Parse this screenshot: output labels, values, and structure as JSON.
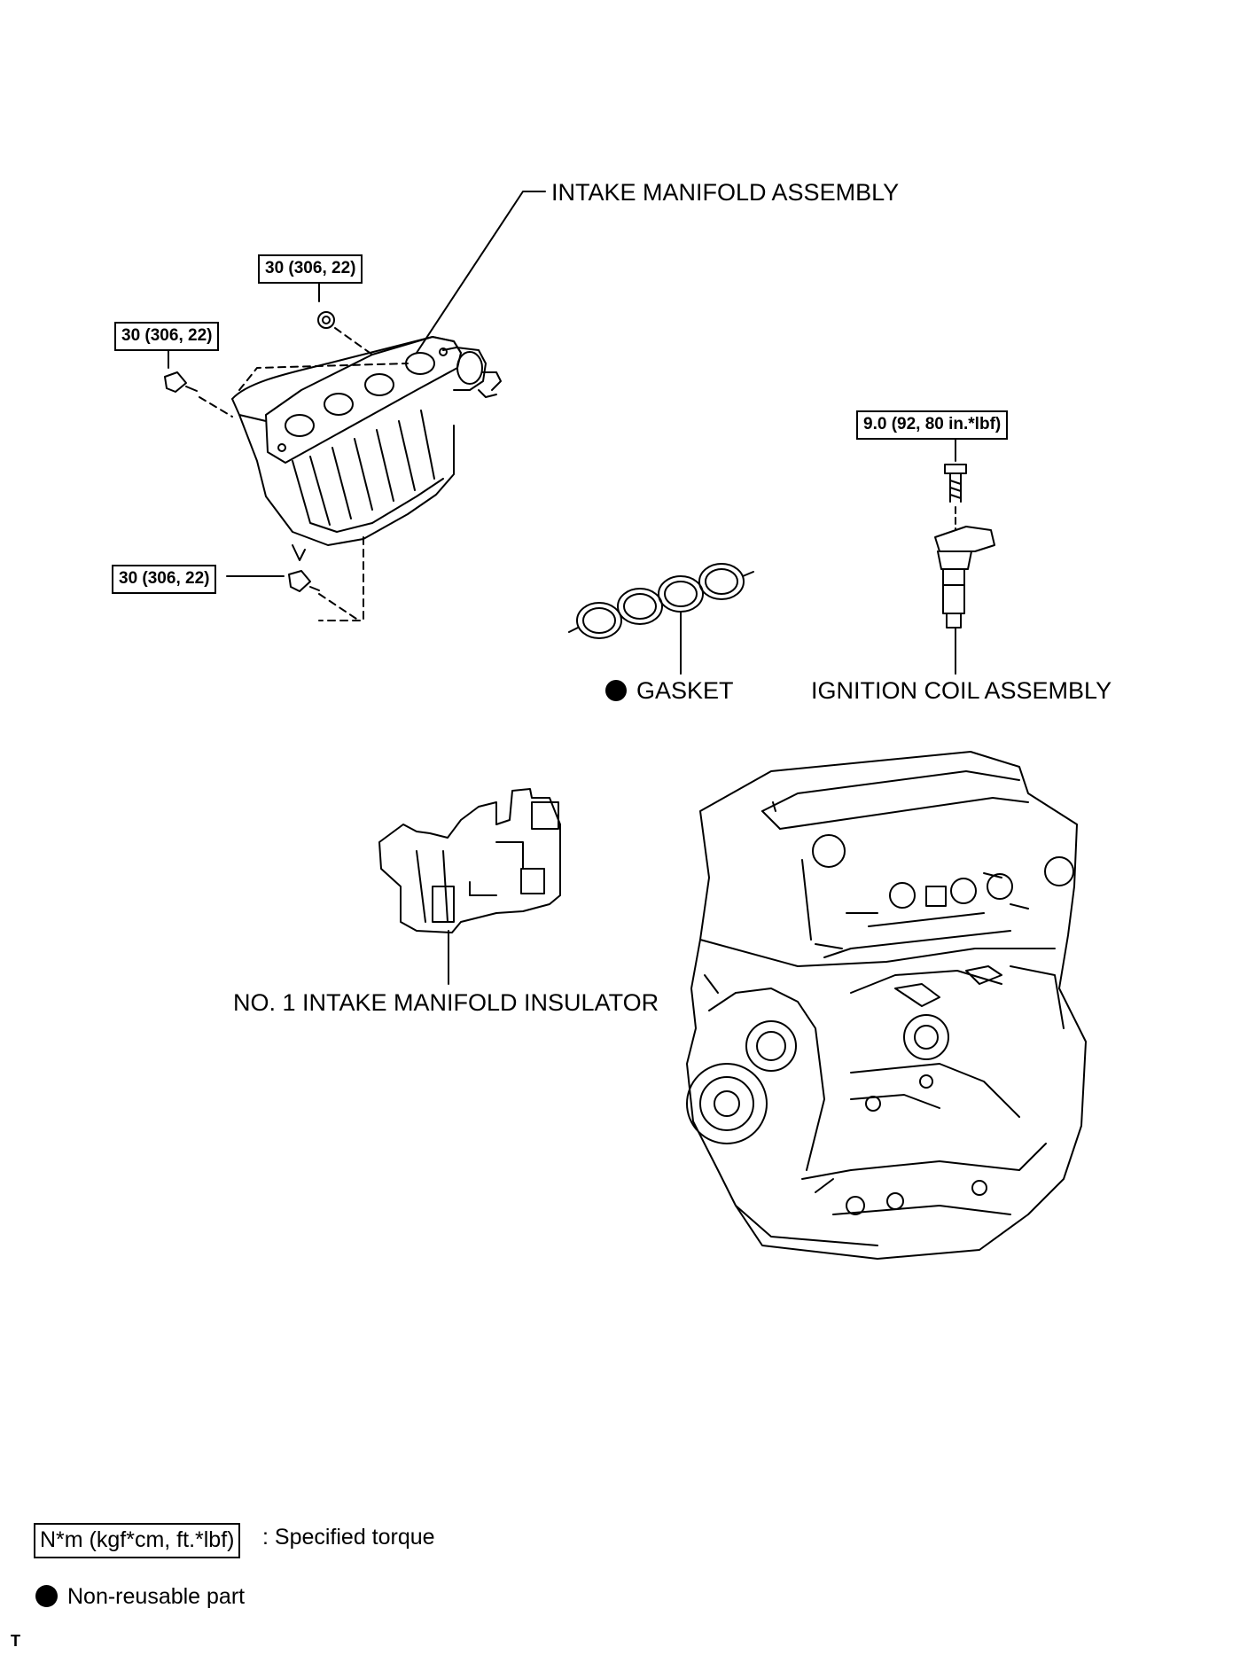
{
  "labels": {
    "intake_manifold_assembly": "INTAKE MANIFOLD ASSEMBLY",
    "gasket": "GASKET",
    "ignition_coil_assembly": "IGNITION COIL ASSEMBLY",
    "no1_intake_manifold_insulator": "NO. 1 INTAKE MANIFOLD INSULATOR"
  },
  "torque_specs": {
    "top_bolt": "30 (306, 22)",
    "left_bolt": "30 (306, 22)",
    "bottom_bolt": "30 (306, 22)",
    "coil_bolt": "9.0 (92, 80 in.*lbf)"
  },
  "legend": {
    "torque_unit_box": "N*m (kgf*cm, ft.*lbf)",
    "torque_desc": ": Specified torque",
    "nonreusable_desc": "Non-reusable part"
  },
  "footer_mark": "T"
}
